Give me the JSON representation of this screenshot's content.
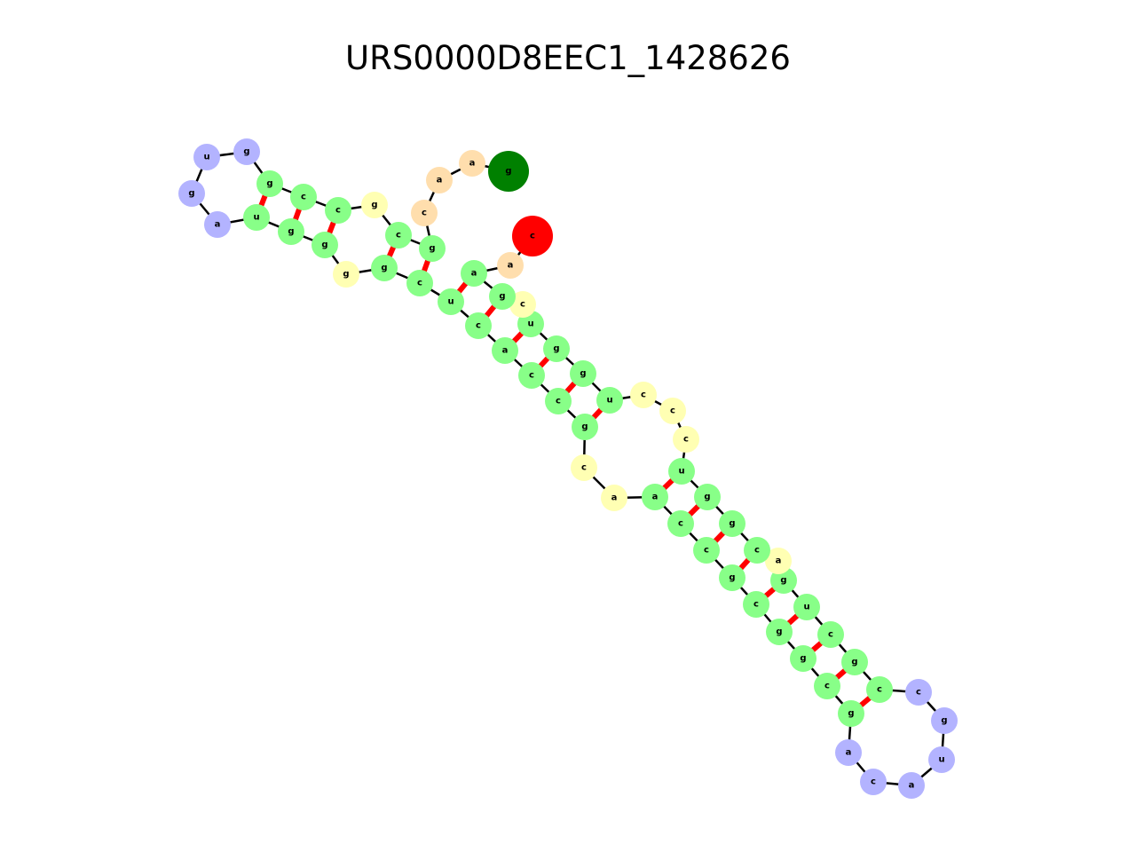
{
  "title": "URS0000D8EEC1_1428626",
  "structure": {
    "sequence": [
      "g",
      "a",
      "a",
      "c",
      "g",
      "c",
      "g",
      "c",
      "c",
      "g",
      "g",
      "u",
      "g",
      "a",
      "u",
      "g",
      "g",
      "g",
      "g",
      "c",
      "u",
      "c",
      "a",
      "c",
      "c",
      "g",
      "c",
      "a",
      "a",
      "c",
      "c",
      "g",
      "c",
      "g",
      "g",
      "c",
      "g",
      "a",
      "c",
      "a",
      "u",
      "g",
      "c",
      "c",
      "g",
      "c",
      "u",
      "g",
      "a",
      "c",
      "g",
      "g",
      "u",
      "c",
      "c",
      "c",
      "u",
      "g",
      "g",
      "u",
      "c",
      "g",
      "a",
      "a",
      "c"
    ],
    "element_types": [
      "start",
      "e",
      "e",
      "e",
      "s",
      "s",
      "i",
      "s",
      "s",
      "s",
      "h",
      "h",
      "h",
      "h",
      "s",
      "s",
      "s",
      "i",
      "s",
      "s",
      "s",
      "s",
      "s",
      "s",
      "s",
      "s",
      "i",
      "i",
      "s",
      "s",
      "s",
      "s",
      "s",
      "s",
      "s",
      "s",
      "s",
      "h",
      "h",
      "h",
      "h",
      "h",
      "h",
      "s",
      "s",
      "s",
      "s",
      "s",
      "i",
      "s",
      "s",
      "s",
      "s",
      "i",
      "i",
      "i",
      "s",
      "s",
      "s",
      "s",
      "i",
      "s",
      "s",
      "e",
      "end"
    ],
    "pairs": [
      [
        4,
        19
      ],
      [
        5,
        18
      ],
      [
        7,
        16
      ],
      [
        8,
        15
      ],
      [
        9,
        14
      ],
      [
        20,
        62
      ],
      [
        21,
        61
      ],
      [
        22,
        59
      ],
      [
        23,
        58
      ],
      [
        24,
        57
      ],
      [
        25,
        56
      ],
      [
        28,
        52
      ],
      [
        29,
        51
      ],
      [
        30,
        50
      ],
      [
        31,
        49
      ],
      [
        32,
        47
      ],
      [
        33,
        46
      ],
      [
        34,
        45
      ],
      [
        35,
        44
      ],
      [
        36,
        43
      ]
    ]
  },
  "colors": {
    "start": "#008000",
    "end": "#ff0000",
    "e": "#ffdead",
    "s": "#88ff88",
    "h": "#b3b3ff",
    "i": "#ffffb3",
    "pair": "#ff0000",
    "backbone": "#000000"
  }
}
